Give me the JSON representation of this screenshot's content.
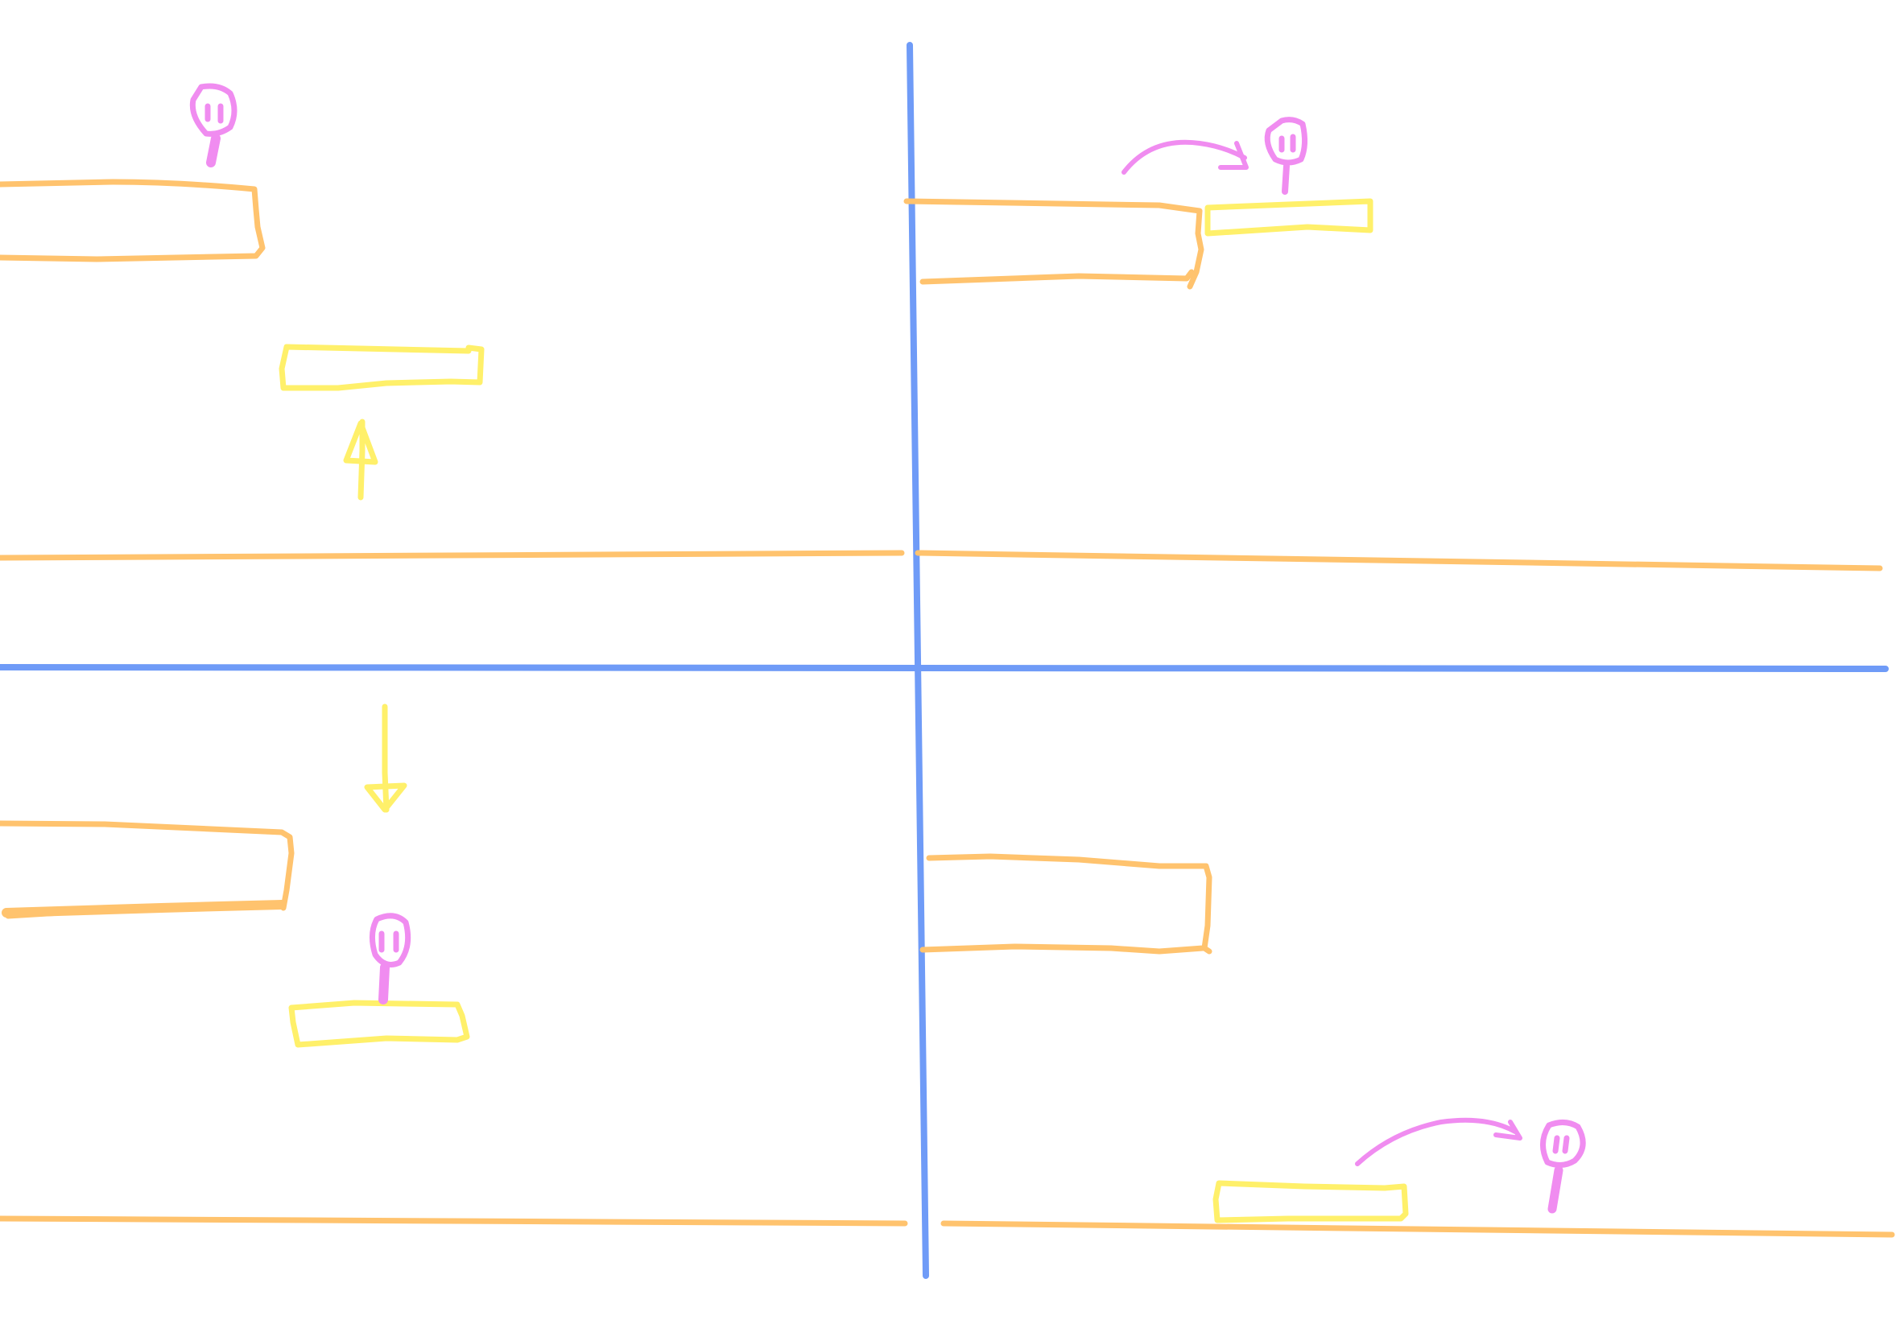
{
  "canvas": {
    "background": "#ffffff"
  },
  "colors": {
    "divider": "#6f9bf7",
    "ground": "#ffc36e",
    "platform": "#fff06a",
    "character": "#f08cf0"
  },
  "panels": [
    {
      "id": "top-left",
      "motion": "platform-rises-up"
    },
    {
      "id": "top-right",
      "motion": "character-jumps-right-onto-platform"
    },
    {
      "id": "bottom-left",
      "motion": "platform-falls-down"
    },
    {
      "id": "bottom-right",
      "motion": "character-jumps-right-off-platform"
    }
  ],
  "icons": {
    "character": "stick-figure-with-round-head",
    "arrow_up": "arrow-up-icon",
    "arrow_down": "arrow-down-icon",
    "arrow_curved": "curved-arrow-icon"
  }
}
